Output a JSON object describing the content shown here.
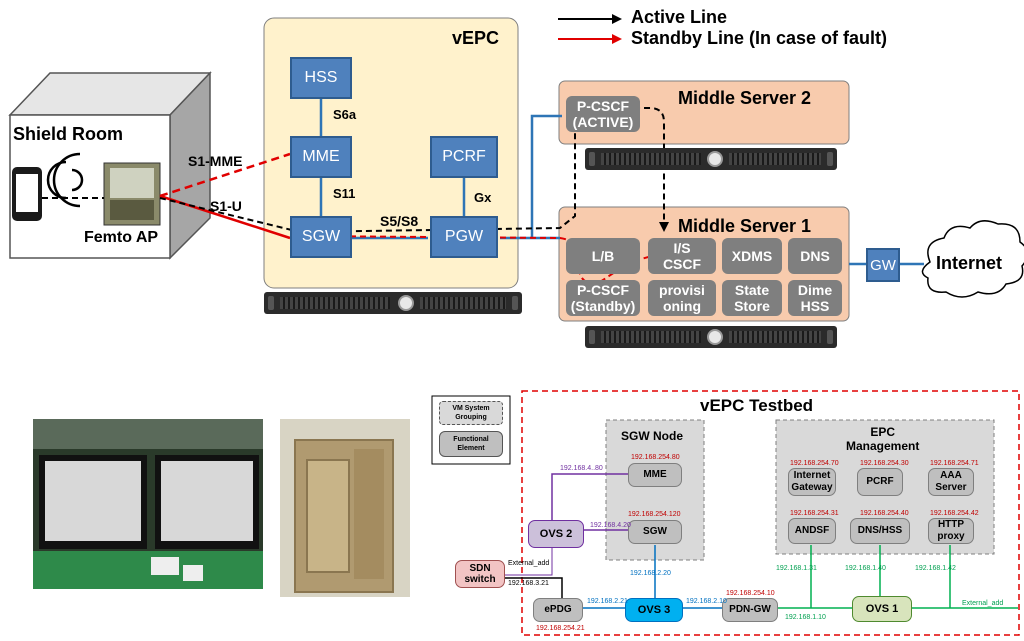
{
  "legend": {
    "active": "Active Line",
    "standby": "Standby Line (In case of fault)"
  },
  "shield_room": {
    "title": "Shield Room",
    "femto": "Femto AP"
  },
  "links": {
    "s1_mme": "S1-MME",
    "s1_u": "S1-U",
    "s6a": "S6a",
    "s11": "S11",
    "gx": "Gx",
    "s5s8": "S5/S8"
  },
  "vepc": {
    "title": "vEPC",
    "hss": "HSS",
    "mme": "MME",
    "pcrf": "PCRF",
    "sgw": "SGW",
    "pgw": "PGW"
  },
  "middle2": {
    "title": "Middle Server 2",
    "pcscf": "P-CSCF\n(ACTIVE)"
  },
  "middle1": {
    "title": "Middle Server 1",
    "cells": [
      "L/B",
      "I/S\nCSCF",
      "XDMS",
      "DNS",
      "P-CSCF\n(Standby)",
      "provisi\noning",
      "State\nStore",
      "Dime\nHSS"
    ]
  },
  "gw": "GW",
  "internet": "Internet",
  "testbed": {
    "title": "vEPC Testbed",
    "legend_grouping": "VM System\nGrouping",
    "legend_functional": "Functional\nElement",
    "sgw_node": "SGW Node",
    "epc_mgmt": "EPC\nManagement",
    "mme": "MME",
    "sgw": "SGW",
    "ovs2": "OVS 2",
    "ovs3": "OVS 3",
    "ovs1": "OVS 1",
    "epdg": "ePDG",
    "pdngw": "PDN-GW",
    "sdn": "SDN\nswitch",
    "internet_gw": "Internet\nGateway",
    "pcrf": "PCRF",
    "aaa": "AAA\nServer",
    "andsf": "ANDSF",
    "dnshss": "DNS/HSS",
    "http": "HTTP\nproxy",
    "ips": {
      "mme": "192.168.254.80",
      "sgw": "192.168.254.120",
      "ovs2_mme": "192.168.4..80",
      "ovs2_sgw": "192.168.4.20",
      "sdn": "192.168.3.21",
      "ext1": "External_add",
      "ext2": "External_add",
      "sgw_ovs3": "192.168.2.20",
      "epdg": "192.168.254.21",
      "epdg_ovs3": "192.168.2.21",
      "ovs3_pdn": "192.168.2.10",
      "pdn": "192.168.254.10",
      "pdn_ovs1": "192.168.1.10",
      "inetgw": "192.168.254.70",
      "pcrf": "192.168.254.30",
      "aaa": "192.168.254.71",
      "andsf": "192.168.254.31",
      "dnshss": "192.168.254.40",
      "http": "192.168.254.42",
      "andsf_l": "192.168.1.31",
      "dnshss_l": "192.168.1.40",
      "http_l": "192.168.1.42"
    }
  },
  "colors": {
    "blue_box": "#4f81bd",
    "vepc_bg": "#fff2cc",
    "server_bg": "#f8cbad",
    "active": "#000000",
    "standby": "#e00000"
  }
}
